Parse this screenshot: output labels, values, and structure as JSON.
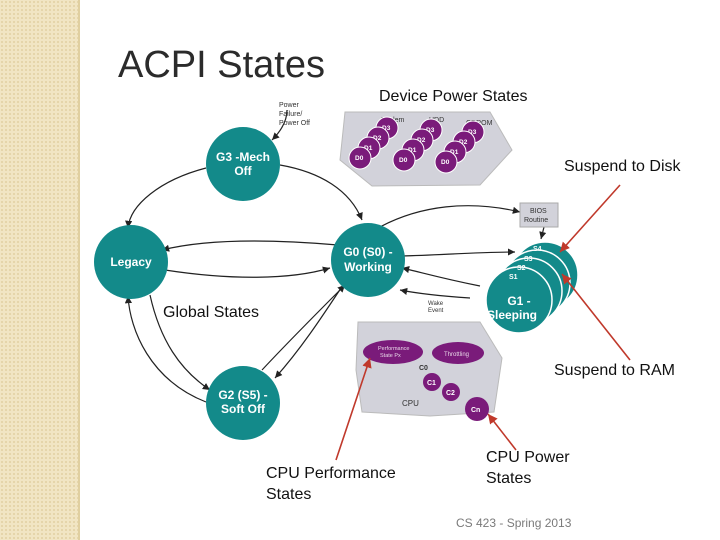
{
  "title": "ACPI States",
  "footer": "CS 423 - Spring 2013",
  "labels": {
    "device_power_states": "Device Power States",
    "suspend_to_disk": "Suspend to Disk",
    "global_states": "Global States",
    "suspend_to_ram": "Suspend to RAM",
    "cpu_performance_states": [
      "CPU Performance",
      "States"
    ],
    "cpu_power_states": [
      "CPU Power",
      "States"
    ]
  },
  "nodes": {
    "g3": [
      "G3 -Mech",
      "Off"
    ],
    "legacy": [
      "Legacy"
    ],
    "g0": [
      "G0 (S0) -",
      "Working"
    ],
    "g2": [
      "G2 (S5) -",
      "Soft Off"
    ],
    "g1": [
      "G1 -",
      "Sleeping"
    ]
  },
  "annotations": {
    "power_failure": [
      "Power",
      "Failure/",
      "Power Off"
    ],
    "bios_routine": [
      "BIOS",
      "Routine"
    ],
    "wake_event": [
      "Wake",
      "Event"
    ]
  },
  "sleep_states": [
    "S4",
    "S3",
    "S2",
    "S1"
  ],
  "devices": {
    "modem": "Modem",
    "hdd": "HDD",
    "cdrom": "CDROM",
    "levels": [
      "D3",
      "D2",
      "D1",
      "D0"
    ]
  },
  "cpu": {
    "label": "CPU",
    "performance": [
      "Performance",
      "State Px"
    ],
    "throttling": "Throttling",
    "cstates": [
      "C0",
      "C1",
      "C2",
      "Cn"
    ]
  },
  "colors": {
    "node": "#138a8a",
    "device": "#7a1b7a",
    "arrow": "#c0392b",
    "panel": "#d2d2da"
  }
}
